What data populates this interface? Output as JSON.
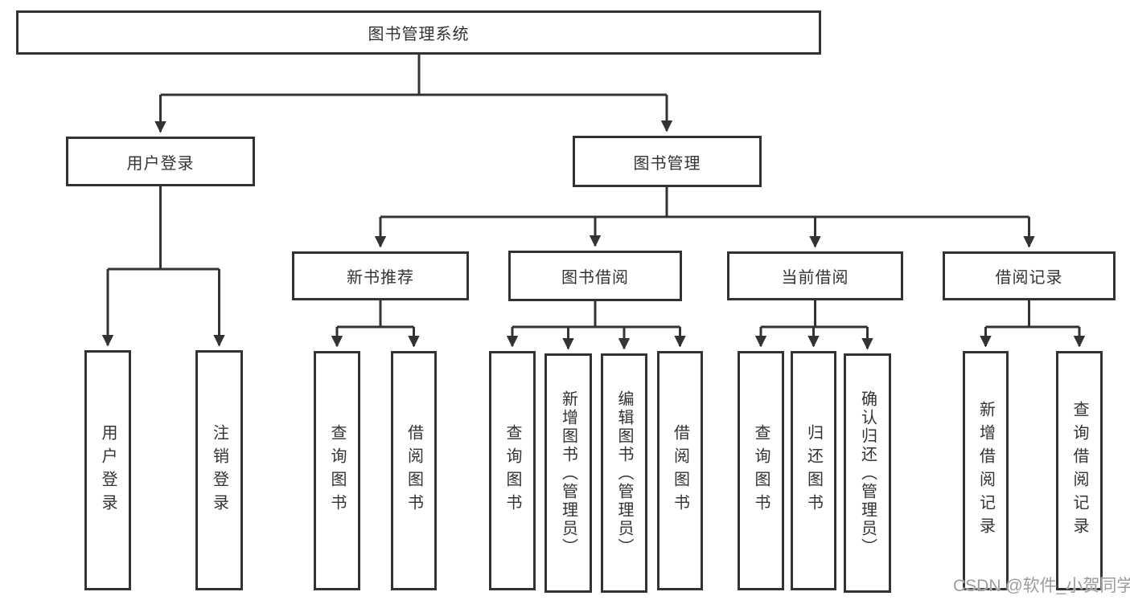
{
  "diagram": {
    "root": {
      "label": "图书管理系统"
    },
    "level2": {
      "user": {
        "label": "用户登录"
      },
      "book": {
        "label": "图书管理"
      }
    },
    "level3": {
      "recommend": {
        "label": "新书推荐"
      },
      "borrow": {
        "label": "图书借阅"
      },
      "current": {
        "label": "当前借阅"
      },
      "records": {
        "label": "借阅记录"
      }
    },
    "leaves": {
      "user_login": {
        "label": "用户登录"
      },
      "user_logout": {
        "label": "注销登录"
      },
      "rec_query": {
        "label": "查询图书"
      },
      "rec_borrow": {
        "label": "借阅图书"
      },
      "bor_query": {
        "label": "查询图书"
      },
      "bor_add": {
        "label": "新增图书（管理员）"
      },
      "bor_edit": {
        "label": "编辑图书（管理员）"
      },
      "bor_borrow": {
        "label": "借阅图书"
      },
      "cur_query": {
        "label": "查询图书"
      },
      "cur_return": {
        "label": "归还图书"
      },
      "cur_confirm": {
        "label": "确认归还（管理员）"
      },
      "his_add": {
        "label": "新增借阅记录"
      },
      "his_query": {
        "label": "查询借阅记录"
      }
    }
  },
  "watermark": {
    "text": "CSDN @软件_小贺同学"
  },
  "colors": {
    "line": "#333333",
    "box_border": "#333333",
    "box_fill": "#ffffff",
    "text": "#333333",
    "watermark": "#9c9c9c",
    "background": "#ffffff"
  }
}
